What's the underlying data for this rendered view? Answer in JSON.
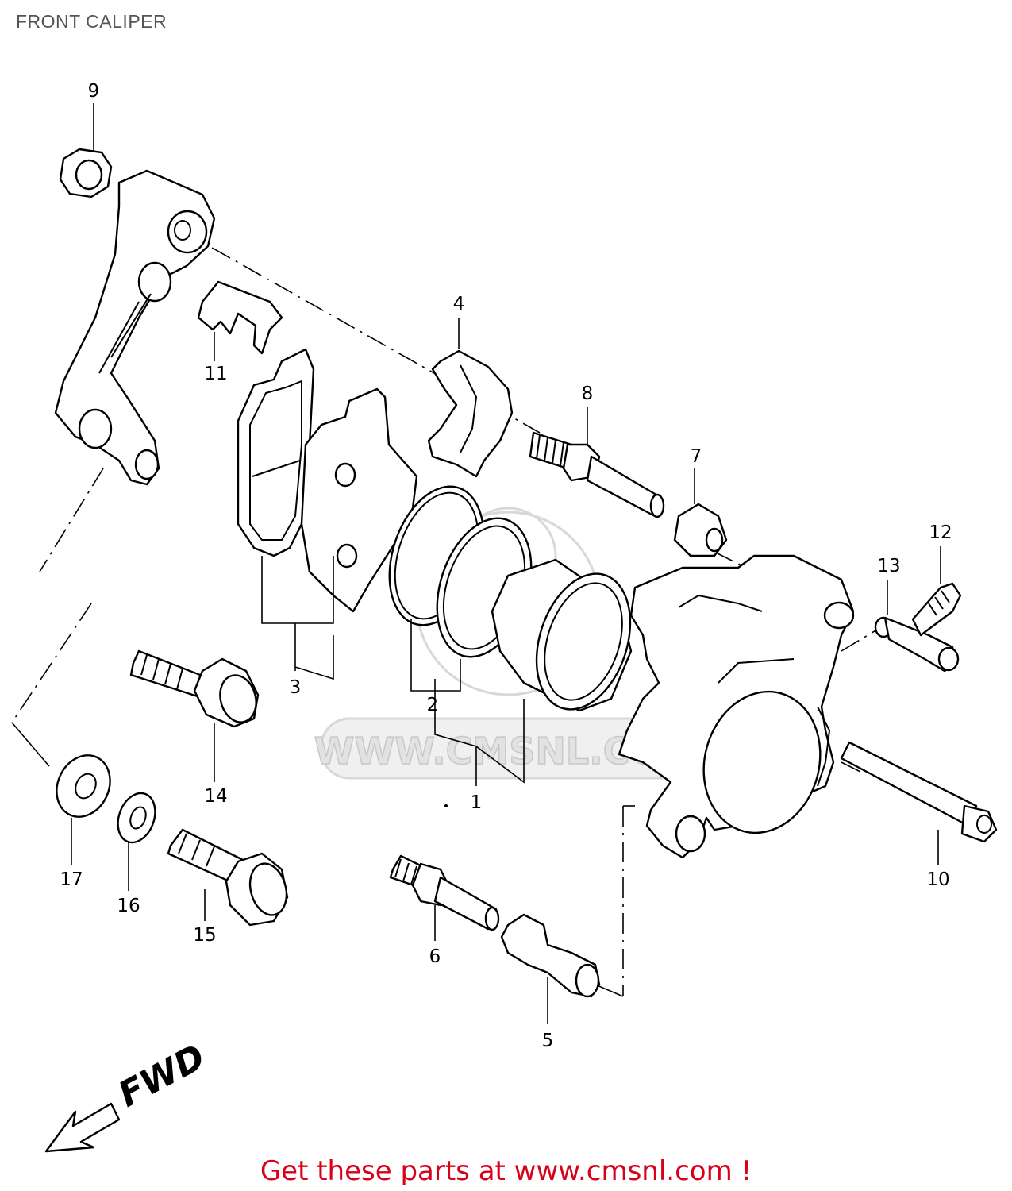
{
  "title": "FRONT CALIPER",
  "watermark": "WWW.CMSNL.COM",
  "direction_label": "FWD",
  "footer": "Get these parts at www.cmsnl.com !",
  "callouts": [
    "1",
    "2",
    "3",
    "4",
    "5",
    "6",
    "7",
    "8",
    "9",
    "10",
    "11",
    "12",
    "13",
    "14",
    "15",
    "16",
    "17"
  ]
}
